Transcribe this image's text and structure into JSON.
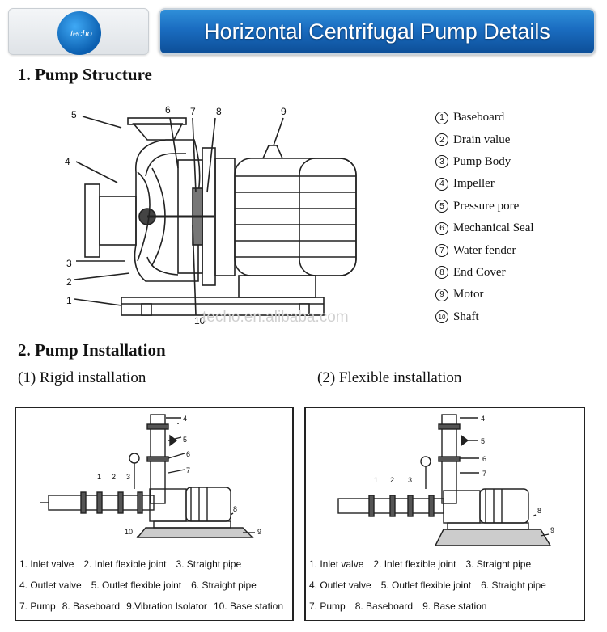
{
  "logo": {
    "text": "techo"
  },
  "title": "Horizontal Centrifugal Pump Details",
  "section1": {
    "heading": "1. Pump Structure",
    "diagram_callouts": [
      "1",
      "2",
      "3",
      "4",
      "5",
      "6",
      "7",
      "8",
      "9",
      "10"
    ],
    "parts": [
      {
        "num": "1",
        "label": "Baseboard"
      },
      {
        "num": "2",
        "label": "Drain value"
      },
      {
        "num": "3",
        "label": "Pump Body"
      },
      {
        "num": "4",
        "label": "Impeller"
      },
      {
        "num": "5",
        "label": "Pressure pore"
      },
      {
        "num": "6",
        "label": "Mechanical Seal"
      },
      {
        "num": "7",
        "label": "Water fender"
      },
      {
        "num": "8",
        "label": "End Cover"
      },
      {
        "num": "9",
        "label": "Motor"
      },
      {
        "num": "10",
        "label": "Shaft"
      }
    ]
  },
  "watermark": "techo.en.alibaba.com",
  "section2": {
    "heading": "2. Pump Installation",
    "rigid": {
      "title": "(1) Rigid installation",
      "callouts": [
        "1",
        "2",
        "3",
        "4",
        "5",
        "6",
        "7",
        "8",
        "9",
        "10"
      ],
      "captions": [
        [
          "1. Inlet valve",
          "2. Inlet flexible joint",
          "3. Straight pipe"
        ],
        [
          "4. Outlet valve",
          "5. Outlet flexible joint",
          "6. Straight pipe"
        ],
        [
          "7. Pump",
          "8. Baseboard",
          "9.Vibration Isolator",
          "10. Base station"
        ]
      ]
    },
    "flexible": {
      "title": "(2) Flexible installation",
      "callouts": [
        "1",
        "2",
        "3",
        "4",
        "5",
        "6",
        "7",
        "8",
        "9"
      ],
      "captions": [
        [
          "1. Inlet valve",
          "2. Inlet flexible joint",
          "3. Straight pipe"
        ],
        [
          "4. Outlet valve",
          "5. Outlet flexible joint",
          "6. Straight pipe"
        ],
        [
          "7. Pump",
          "8. Baseboard",
          "9. Base station"
        ]
      ]
    }
  }
}
